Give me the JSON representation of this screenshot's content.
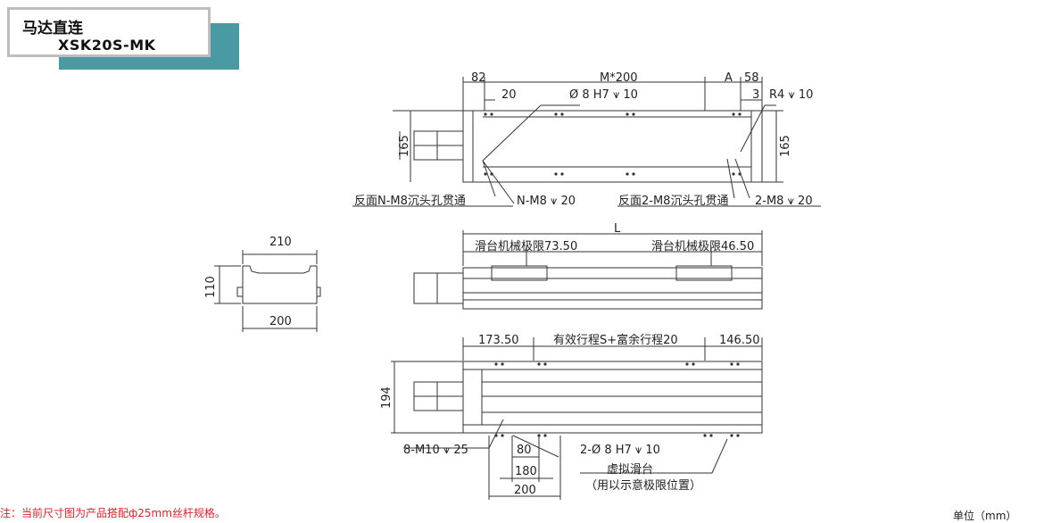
{
  "header": {
    "title": "马达直连",
    "model": "XSK20S-MK"
  },
  "top_view": {
    "dim_82": "82",
    "dim_m200": "M*200",
    "dim_a": "A",
    "dim_58": "58",
    "dim_20": "20",
    "dim_hole": "Ø 8 H7 ⩛ 10",
    "dim_3": "3",
    "dim_r4": "R4 ⩛ 10",
    "dim_165_left": "165",
    "dim_165_right": "165",
    "label_back_n": "反面N-M8沉头孔贯通",
    "label_n_m8": "N-M8 ⩛ 20",
    "label_back_2": "反面2-M8沉头孔贯通",
    "label_2_m8": "2-M8 ⩛ 20"
  },
  "side_view": {
    "dim_l": "L",
    "left_limit": "滑台机械极限73.50",
    "right_limit": "滑台机械极限46.50"
  },
  "end_view": {
    "dim_210": "210",
    "dim_110": "110",
    "dim_200": "200"
  },
  "bottom_view": {
    "dim_173": "173.50",
    "stroke": "有效行程S+富余行程20",
    "dim_146": "146.50",
    "dim_194": "194",
    "label_m10": "8-M10 ⩛ 25",
    "dim_80": "80",
    "label_hole2": "2-Ø 8 H7 ⩛ 10",
    "dim_180": "180",
    "dim_200": "200",
    "virtual_slide": "虚拟滑台",
    "virtual_note": "（用以示意极限位置）"
  },
  "footer": {
    "note": "注：当前尺寸图为产品搭配ф25mm丝杆规格。",
    "unit": "单位（mm）"
  }
}
